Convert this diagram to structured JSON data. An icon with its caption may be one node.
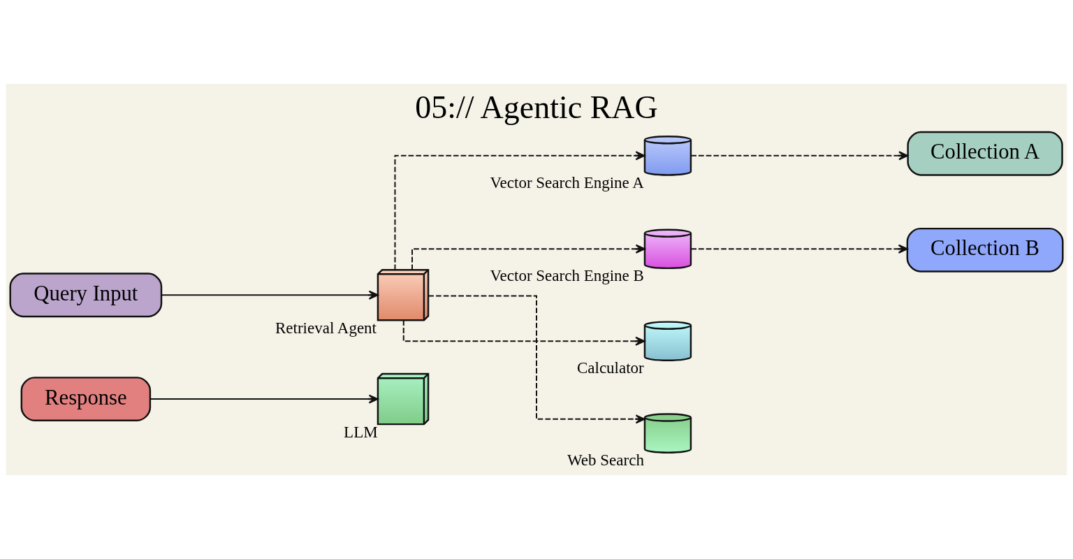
{
  "diagram": {
    "title": "05:// Agentic RAG",
    "nodes": [
      {
        "text": [
          "Query Input"
        ]
      },
      {
        "text": [],
        "shape": "cube",
        "beside": [
          "Retrieval Agent"
        ]
      },
      {
        "text": [],
        "shape": "cylinder",
        "beside": [
          "Vector Search Engine A"
        ]
      },
      {
        "text": [
          "Collection A"
        ]
      },
      {
        "text": [],
        "shape": "cylinder",
        "beside": [
          "Vector Search Engine B"
        ]
      },
      {
        "text": [
          "Collection B"
        ]
      },
      {
        "text": [],
        "shape": "cylinder",
        "beside": [
          "Calculator"
        ]
      },
      {
        "text": [],
        "shape": "cylinder",
        "beside": [
          "Web Search"
        ]
      },
      {
        "text": [
          "Response"
        ]
      },
      {
        "text": [],
        "shape": "cube",
        "beside": [
          "LLM"
        ]
      }
    ],
    "edges": [
      {
        "from": 0,
        "to": 1,
        "arrow": "to"
      },
      {
        "from": 1,
        "to": 2,
        "arrow": "to",
        "style": "dashed"
      },
      {
        "from": 1,
        "to": 4,
        "arrow": "to",
        "style": "dashed"
      },
      {
        "from": 1,
        "to": 6,
        "arrow": "to",
        "style": "dashed"
      },
      {
        "from": 1,
        "to": 7,
        "arrow": "to",
        "style": "dashed"
      },
      {
        "from": 2,
        "to": 3,
        "arrow": "to",
        "style": "dashed"
      },
      {
        "from": 4,
        "to": 5,
        "arrow": "to",
        "style": "dashed"
      },
      {
        "from": 8,
        "to": 9,
        "arrow": "to"
      }
    ]
  }
}
